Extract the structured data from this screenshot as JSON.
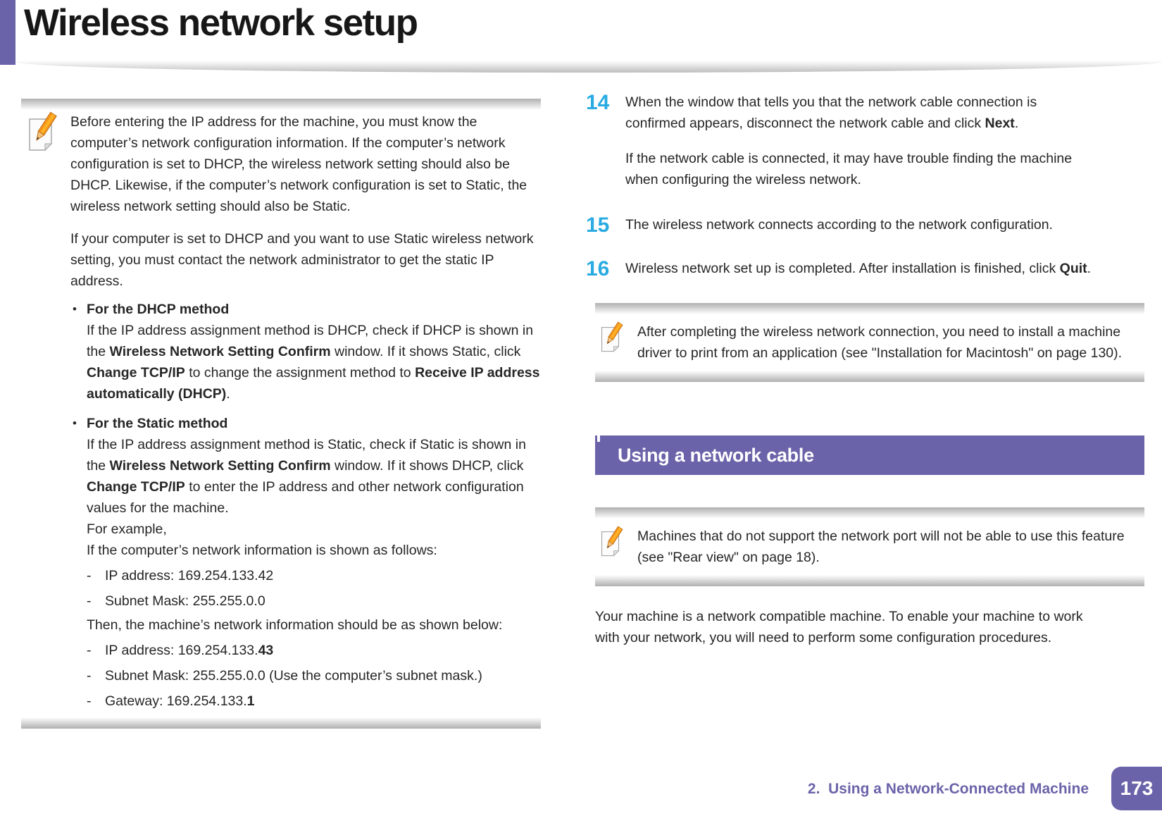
{
  "colors": {
    "accent_purple": "#6A63A9",
    "step_cyan": "#29ABE2",
    "title_black": "#171717"
  },
  "header": {
    "title": "Wireless network setup"
  },
  "markers": {
    "bullet": "•",
    "dash": "-"
  },
  "left_note": {
    "para1": [
      {
        "t": "Before entering the IP address for the machine, you must know the computer’s network configuration information. If the computer’s network configuration is set to DHCP, the wireless network setting should also be DHCP. Likewise, if the computer’s network configuration is set to Static, the wireless network setting should also be Static."
      }
    ],
    "para2": [
      {
        "t": "If your computer is set to DHCP and you want to use Static wireless network setting, you must contact the network administrator to get the static IP address."
      }
    ],
    "dhcp_heading": "For the DHCP method",
    "dhcp_body": [
      {
        "t": "If the IP address assignment method is DHCP, check if DHCP is shown in the "
      },
      {
        "t": "Wireless Network Setting Confirm",
        "b": true
      },
      {
        "t": " window. If it shows Static, click "
      },
      {
        "t": "Change TCP/IP",
        "b": true
      },
      {
        "t": " to change the assignment method to "
      },
      {
        "t": "Receive IP address automatically (DHCP)",
        "b": true
      },
      {
        "t": "."
      }
    ],
    "static_heading": "For the Static method",
    "static_body": [
      {
        "t": "If the IP address assignment method is Static, check if Static is shown in the "
      },
      {
        "t": "Wireless Network Setting Confirm",
        "b": true
      },
      {
        "t": " window. If it shows DHCP, click "
      },
      {
        "t": "Change TCP/IP",
        "b": true
      },
      {
        "t": " to enter the IP address and other network configuration values for the machine."
      }
    ],
    "example_intro": "For example,",
    "example_follows": "If the computer’s network information is shown as follows:",
    "comp_item1": [
      {
        "t": "IP address: 169.254.133.42"
      }
    ],
    "comp_item2": [
      {
        "t": "Subnet Mask: 255.255.0.0"
      }
    ],
    "example_then": "Then, the machine’s network information should be as shown below:",
    "mach_item1": [
      {
        "t": "IP address: 169.254.133."
      },
      {
        "t": "43",
        "b": true
      }
    ],
    "mach_item2": [
      {
        "t": "Subnet Mask: 255.255.0.0 (Use the computer’s subnet mask.)"
      }
    ],
    "mach_item3": [
      {
        "t": "Gateway: 169.254.133."
      },
      {
        "t": "1",
        "b": true
      }
    ]
  },
  "steps": {
    "s14": {
      "num": "14",
      "text": [
        {
          "t": "When the window that tells you that the network cable connection is confirmed appears, disconnect the network cable and click "
        },
        {
          "t": "Next",
          "b": true
        },
        {
          "t": "."
        }
      ],
      "extra": [
        {
          "t": "If the network cable is connected, it may have trouble finding the machine when configuring the wireless network."
        }
      ]
    },
    "s15": {
      "num": "15",
      "text": [
        {
          "t": "The wireless network connects according to the network configuration."
        }
      ]
    },
    "s16": {
      "num": "16",
      "text": [
        {
          "t": "Wireless network set up is completed. After installation is finished, click "
        },
        {
          "t": "Quit",
          "b": true
        },
        {
          "t": "."
        }
      ]
    }
  },
  "right_note1": [
    {
      "t": "After completing the wireless network connection, you need to install a machine driver to print from an application (see \"Installation for Macintosh\" on page 130)."
    }
  ],
  "section": {
    "title": "Using a network cable"
  },
  "right_note2": [
    {
      "t": "Machines that do not support the network port will not be able to use this feature (see \"Rear view\" on page 18)."
    }
  ],
  "closing_para": [
    {
      "t": "Your machine is a network compatible machine. To enable your machine to work with your network, you will need to perform some configuration procedures."
    }
  ],
  "footer": {
    "chapter": "2.  Using a Network-Connected Machine",
    "page": "173"
  }
}
